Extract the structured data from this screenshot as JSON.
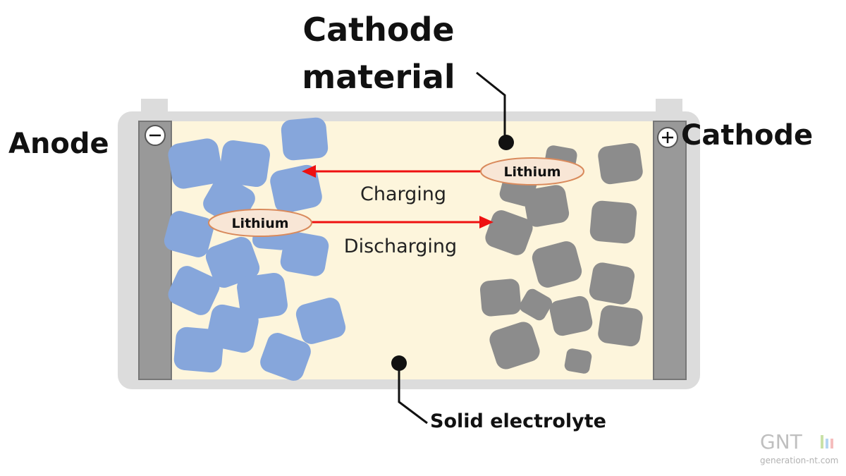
{
  "labels": {
    "cathode_material_line1": "Cathode",
    "cathode_material_line2": "material",
    "anode": "Anode",
    "cathode": "Cathode",
    "charging": "Charging",
    "discharging": "Discharging",
    "lithium_top": "Lithium",
    "lithium_bottom": "Lithium",
    "solid_electrolyte": "Solid electrolyte",
    "minus_sign": "−",
    "plus_sign": "+"
  },
  "watermark": {
    "logo": "GNT",
    "site": "generation-nt.com"
  },
  "colors": {
    "anode_particle": "#86a6db",
    "cathode_particle": "#8c8c8c",
    "electrolyte": "#fdf5dc",
    "casing": "#dcdcdc",
    "electrode_plate": "#999999",
    "arrow": "#ee1111",
    "lithium_fill": "#f8e6d6",
    "lithium_stroke": "#d98a5c"
  }
}
